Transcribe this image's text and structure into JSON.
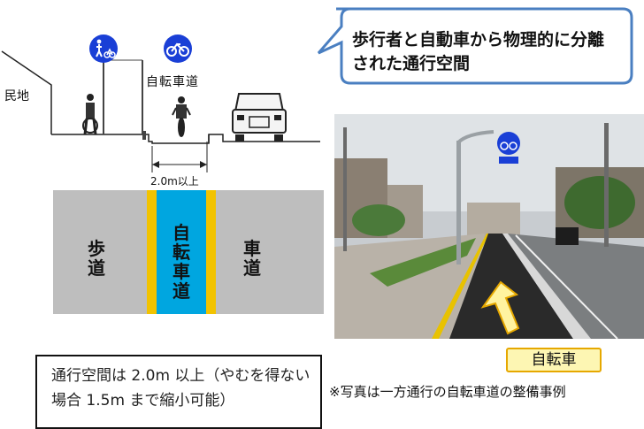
{
  "callout": {
    "text": "歩行者と自動車から物理的に分離された通行空間"
  },
  "cross_section": {
    "minchi_label": "民地",
    "cycle_lane_label": "自転車道",
    "width_label": "2.0m以上"
  },
  "plan_view": {
    "sidewalk_label": "歩道",
    "cycle_lane_label": "自転車道",
    "road_label": "車道"
  },
  "note": {
    "text": "通行空間は 2.0m 以上（やむを得ない場合 1.5m まで縮小可能）"
  },
  "photo": {
    "bicycle_tag": "自転車",
    "caption": "※写真は一方通行の自転車道の整備事例"
  },
  "colors": {
    "sign_blue": "#1a3fd6",
    "lane_blue": "#00a6e0",
    "lane_edge_yellow": "#f2c300",
    "callout_border": "#4a7fc1",
    "plan_gray": "#bebebe"
  },
  "icons": [
    "pedestrian-bicycle-sign-icon",
    "bicycle-sign-icon",
    "pedestrian-pushing-bike-icon",
    "cyclist-icon",
    "car-icon",
    "arrow-up-icon"
  ]
}
